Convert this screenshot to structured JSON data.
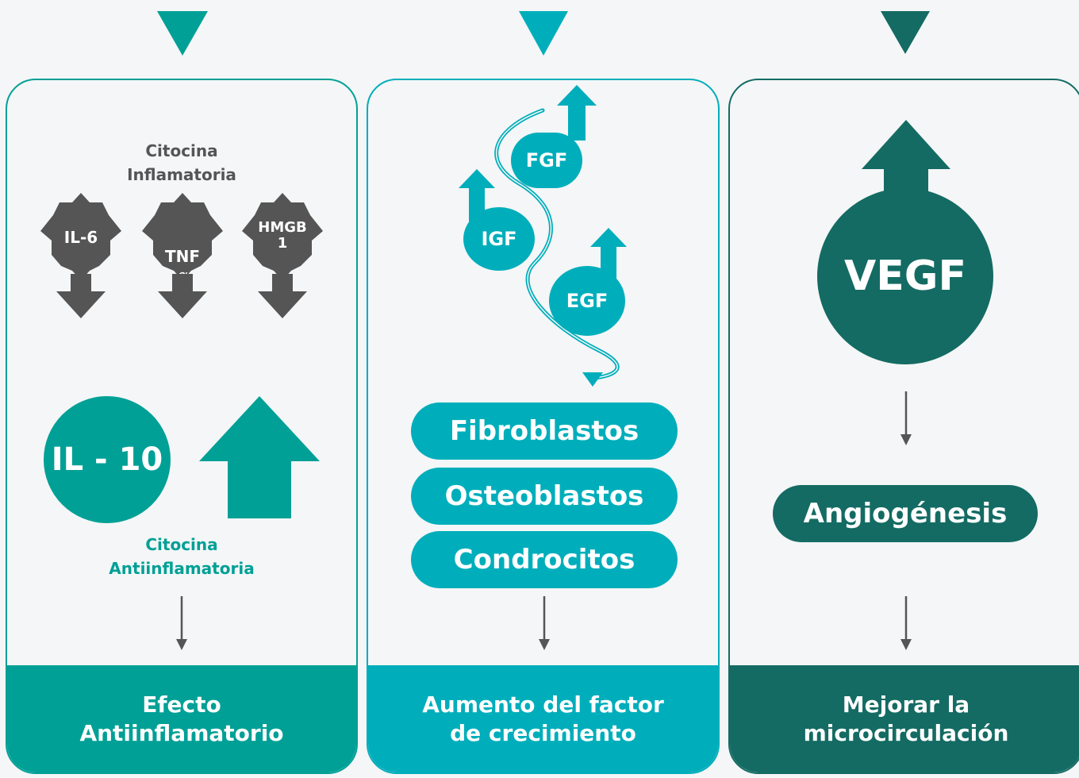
{
  "colors": {
    "teal": "#00a096",
    "cyan": "#00aebb",
    "dark_teal": "#146b63",
    "gray": "#555555",
    "background": "#f4f6f7"
  },
  "panel1": {
    "inflammatory_label": "Citocina\nInflamatoria",
    "cytokines": [
      "IL-6",
      "TNF",
      "HMGB\n1"
    ],
    "tnf_symbol": "α",
    "il10": "IL - 10",
    "anti_label": "Citocina\nAntiinflamatoria",
    "footer": "Efecto\nAntiinflamatorio"
  },
  "panel2": {
    "factors": [
      "FGF",
      "IGF",
      "EGF"
    ],
    "cells": [
      "Fibroblastos",
      "Osteoblastos",
      "Condrocitos"
    ],
    "footer": "Aumento del factor\nde crecimiento"
  },
  "panel3": {
    "vegf": "VEGF",
    "angiogenesis": "Angiogénesis",
    "footer": "Mejorar la\nmicrocirculación"
  }
}
